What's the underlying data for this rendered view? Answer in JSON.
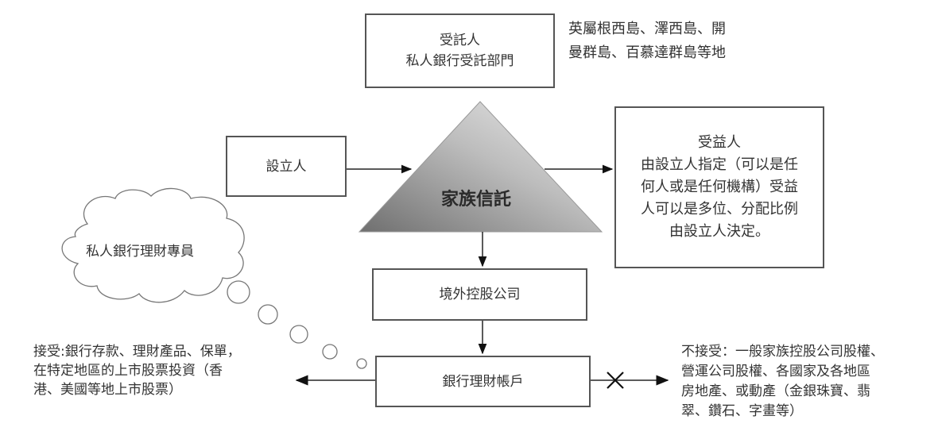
{
  "diagram": {
    "trustee": {
      "title": "受託人",
      "subtitle": "私人銀行受託部門"
    },
    "locations": {
      "lines": [
        "英屬根西島、澤西島、開",
        "曼群島、百慕達群島等地"
      ]
    },
    "settlor": {
      "label": "設立人"
    },
    "trust": {
      "label": "家族信託"
    },
    "beneficiary": {
      "title": "受益人",
      "lines": [
        "由設立人指定（可以是任",
        "何人或是任何機構）受益",
        "人可以是多位、分配比例",
        "由設立人決定。"
      ]
    },
    "advisor": {
      "label": "私人銀行理財專員"
    },
    "holding_company": {
      "label": "境外控股公司"
    },
    "bank_account": {
      "label": "銀行理財帳戶"
    },
    "accepted": {
      "lines": [
        "接受:銀行存款、理財產品、保單，",
        "在特定地區的上市股票投資（香",
        "港、美國等地上市股票）"
      ]
    },
    "rejected": {
      "lines": [
        "不接受：一般家族控股公司股權、",
        "營運公司股權、各國家及各地區",
        "房地產、或動產（金銀珠寶、翡",
        "翠、鑽石、字畫等）"
      ]
    },
    "colors": {
      "stroke": "#555555",
      "text": "#333333",
      "triangle_dark": "#7a7a7a",
      "triangle_light": "#e2e2e2"
    }
  }
}
